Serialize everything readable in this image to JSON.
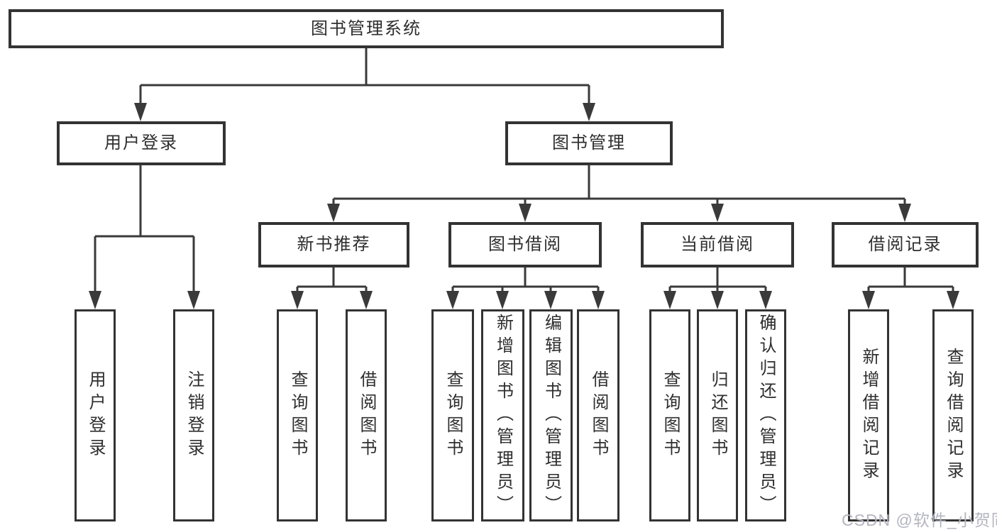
{
  "diagram_type": "hierarchy-tree",
  "colors": {
    "line": "#3a3a3a",
    "border": "#333333",
    "text": "#2e2e2e",
    "background": "#ffffff",
    "watermark": "#b5b5c1"
  },
  "root": {
    "label": "图书管理系统"
  },
  "level2": {
    "user_login": "用户登录",
    "book_mgmt": "图书管理"
  },
  "level3": {
    "new_book": "新书推荐",
    "book_borrow": "图书借阅",
    "current_borrow": "当前借阅",
    "borrow_record": "借阅记录"
  },
  "leaves": {
    "user_login": [
      "用户登录",
      "注销登录"
    ],
    "new_book": [
      "查询图书",
      "借阅图书"
    ],
    "book_borrow": [
      "查询图书",
      "新增图书（管理员）",
      "编辑图书（管理员）",
      "借阅图书"
    ],
    "current_borrow": [
      "查询图书",
      "归还图书",
      "确认归还（管理员）"
    ],
    "borrow_record": [
      "新增借阅记录",
      "查询借阅记录"
    ]
  },
  "watermark": "CSDN @软件_小贺同学"
}
